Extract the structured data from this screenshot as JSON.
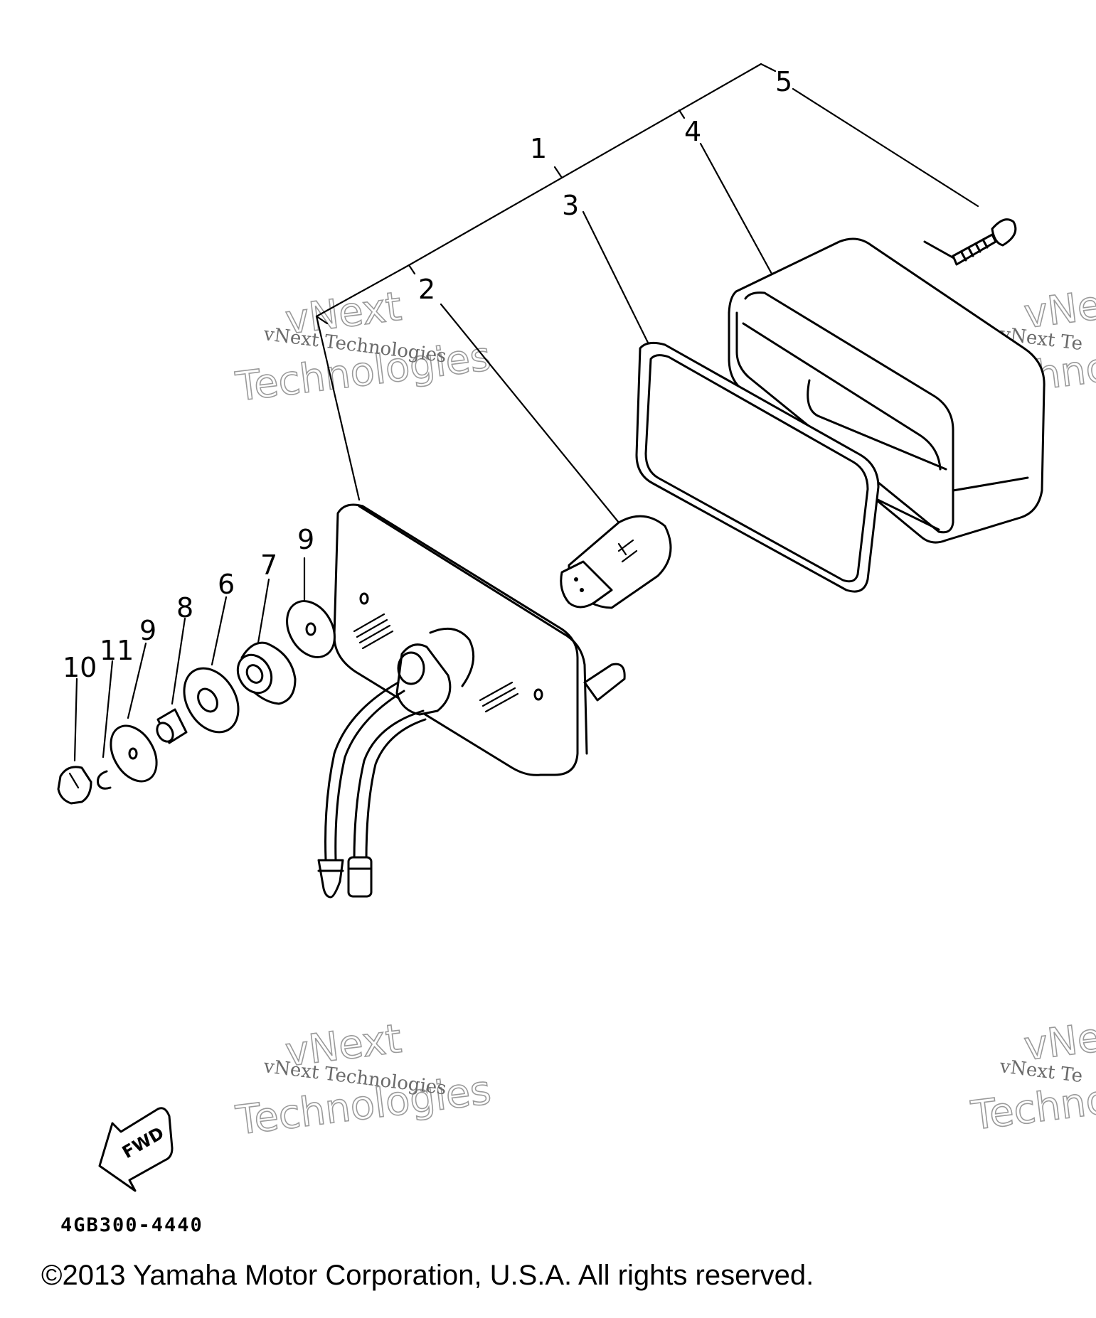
{
  "callouts": {
    "c1": "1",
    "c2": "2",
    "c3": "3",
    "c4": "4",
    "c5": "5",
    "c6": "6",
    "c7": "7",
    "c8": "8",
    "c9a": "9",
    "c9b": "9",
    "c10": "10",
    "c11": "11"
  },
  "watermark": {
    "line_small": "vNext Technologies",
    "word_top": "vNext",
    "word_bottom": "Technologies",
    "partial_small": "vNext Te",
    "partial_top": "vNe",
    "partial_bottom": "Techno"
  },
  "fwd_label": "FWD",
  "part_code": "4GB300-4440",
  "copyright": "©2013 Yamaha Motor Corporation, U.S.A. All rights reserved."
}
